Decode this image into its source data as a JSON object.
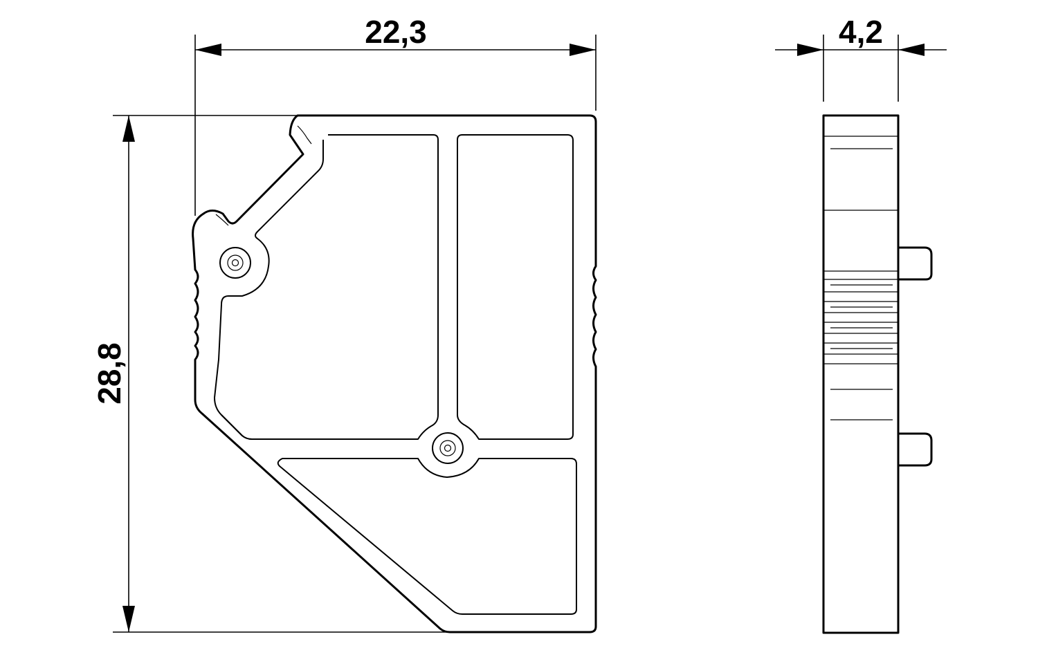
{
  "dimensions": {
    "width": "22,3",
    "height": "28,8",
    "thickness": "4,2"
  }
}
